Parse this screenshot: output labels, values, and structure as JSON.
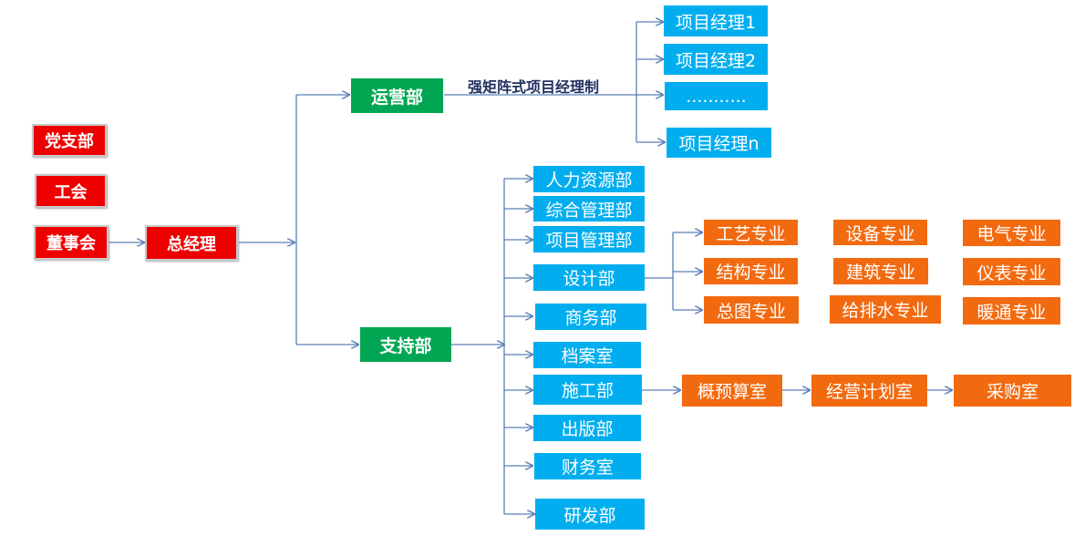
{
  "left": {
    "party_branch": "党支部",
    "union": "工会",
    "board": "董事会",
    "gm": "总经理"
  },
  "ops": {
    "name": "运营部",
    "caption": "强矩阵式项目经理制",
    "pm": [
      "项目经理1",
      "项目经理2",
      "...........",
      "项目经理n"
    ]
  },
  "support": {
    "name": "支持部",
    "depts": [
      "人力资源部",
      "综合管理部",
      "项目管理部",
      "设计部",
      "商务部",
      "档案室",
      "施工部",
      "出版部",
      "财务室",
      "研发部"
    ]
  },
  "design_specialties": [
    [
      "工艺专业",
      "设备专业",
      "电气专业"
    ],
    [
      "结构专业",
      "建筑专业",
      "仪表专业"
    ],
    [
      "总图专业",
      "给排水专业",
      "暖通专业"
    ]
  ],
  "construction_chain": [
    "概预算室",
    "经营计划室",
    "采购室"
  ],
  "colors": {
    "red": "#ee0000",
    "green": "#00a651",
    "blue": "#00aeef",
    "orange": "#f26a10",
    "line": "#5b7fb8"
  }
}
